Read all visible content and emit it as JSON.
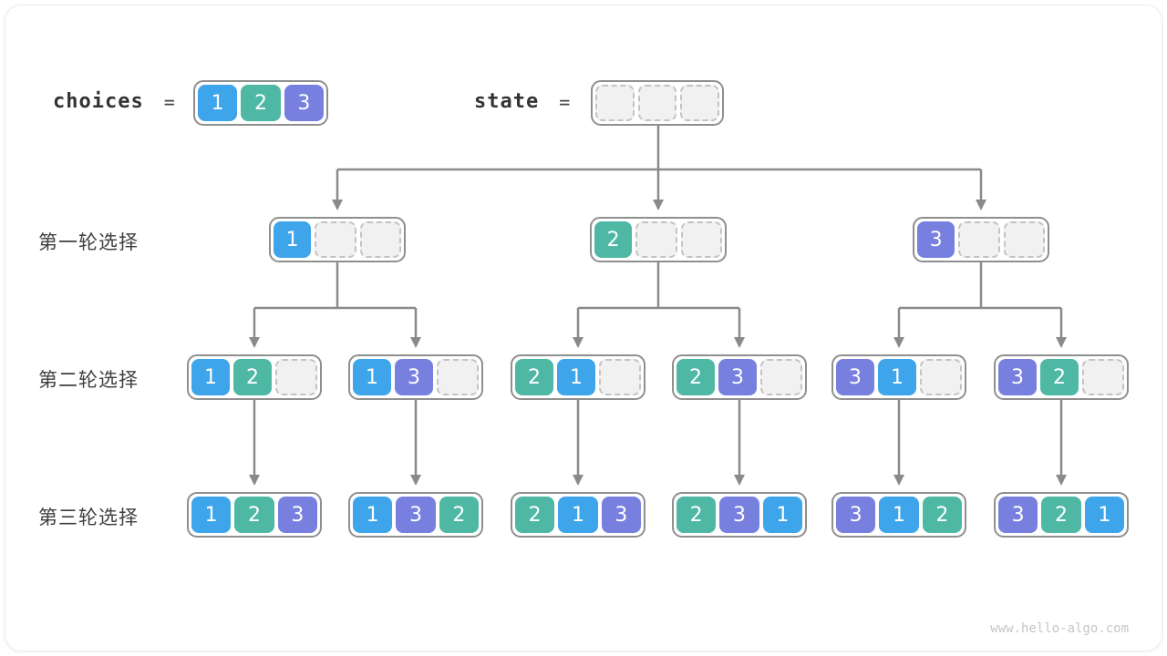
{
  "cell_colors": {
    "1": "#3ea5ea",
    "2": "#4eb8a5",
    "3": "#7880df"
  },
  "line_color": "#8a8a8a",
  "header": {
    "choices_label": "choices",
    "choices_equals": "=",
    "choices_values": [
      "1",
      "2",
      "3"
    ],
    "state_label": "state",
    "state_equals": "=",
    "state_values": [
      "",
      "",
      ""
    ]
  },
  "rows": [
    {
      "label": "第一轮选择",
      "nodes": [
        [
          "1",
          "",
          ""
        ],
        [
          "2",
          "",
          ""
        ],
        [
          "3",
          "",
          ""
        ]
      ]
    },
    {
      "label": "第二轮选择",
      "nodes": [
        [
          "1",
          "2",
          ""
        ],
        [
          "1",
          "3",
          ""
        ],
        [
          "2",
          "1",
          ""
        ],
        [
          "2",
          "3",
          ""
        ],
        [
          "3",
          "1",
          ""
        ],
        [
          "3",
          "2",
          ""
        ]
      ]
    },
    {
      "label": "第三轮选择",
      "nodes": [
        [
          "1",
          "2",
          "3"
        ],
        [
          "1",
          "3",
          "2"
        ],
        [
          "2",
          "1",
          "3"
        ],
        [
          "2",
          "3",
          "1"
        ],
        [
          "3",
          "1",
          "2"
        ],
        [
          "3",
          "2",
          "1"
        ]
      ]
    }
  ],
  "footer": {
    "watermark": "www.hello-algo.com"
  }
}
